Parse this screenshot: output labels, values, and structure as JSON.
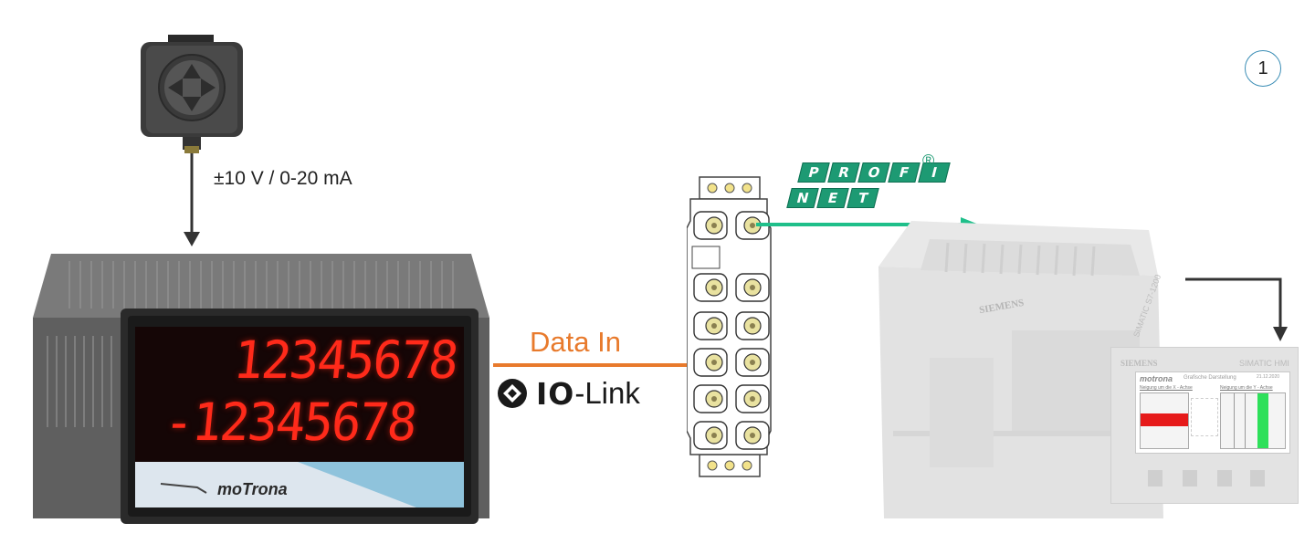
{
  "labels": {
    "signal": "±10 V / 0-20 mA",
    "data_in": "Data In",
    "io_link": {
      "io": "IO",
      "link": "-Link"
    },
    "badge": "1"
  },
  "profinet": {
    "row1": [
      "P",
      "R",
      "O",
      "F",
      "I"
    ],
    "row2": [
      "N",
      "E",
      "T"
    ],
    "registered": "®"
  },
  "display": {
    "brand": "moTrona",
    "line1": "12345678",
    "line2": "-12345678"
  },
  "plc": {
    "brand": "SIEMENS",
    "model": "SIMATIC S7-1200"
  },
  "hmi": {
    "brand": "SIEMENS",
    "title": "SIMATIC HMI",
    "app_logo": "motrona",
    "app_subtitle": "Grafische Darstellung",
    "date": "21.12.2020",
    "panel_x_label": "Neigung um die X - Achse",
    "panel_y_label": "Neigung um die Y - Achse"
  },
  "colors": {
    "orange": "#e87a2c",
    "green": "#1fbf8a",
    "profinet_green": "#1d9a73",
    "led_red": "#ff2a1a",
    "badge_ring": "#3a8db5"
  }
}
